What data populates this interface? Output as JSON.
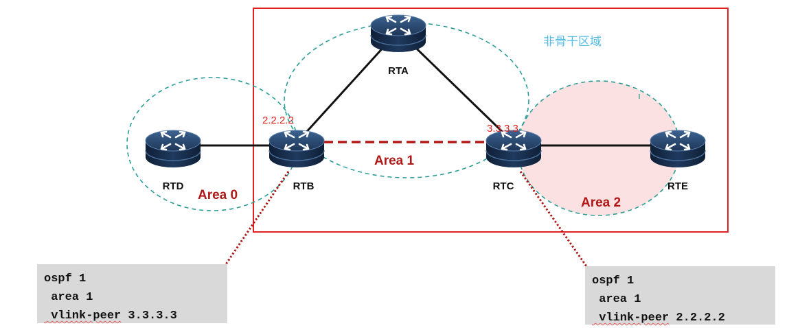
{
  "region_label": "非骨干区域",
  "colors": {
    "backbone_boundary": "#e02020",
    "area_outline": "#2a9d96",
    "area2_fill": "#fbe1e1",
    "label_red": "#b01818",
    "ip_red": "#e02020",
    "region_blue": "#55bce8",
    "link": "#111111",
    "router_body": "#1f3a5f",
    "config_bg": "#d9d9d9"
  },
  "routers": {
    "rta": "RTA",
    "rtb": "RTB",
    "rtc": "RTC",
    "rtd": "RTD",
    "rte": "RTE"
  },
  "areas": {
    "area0": "Area 0",
    "area1": "Area 1",
    "area2": "Area 2"
  },
  "router_ids": {
    "rtb": "2.2.2.2",
    "rtc": "3.3.3.3"
  },
  "config_rtb": {
    "line1": "ospf 1",
    "line2": " area 1",
    "line3_cmd": " vlink-peer",
    "line3_arg": " 3.3.3.3"
  },
  "config_rtc": {
    "line1": "ospf 1",
    "line2": " area 1",
    "line3_cmd": " vlink-peer",
    "line3_arg": " 2.2.2.2"
  }
}
